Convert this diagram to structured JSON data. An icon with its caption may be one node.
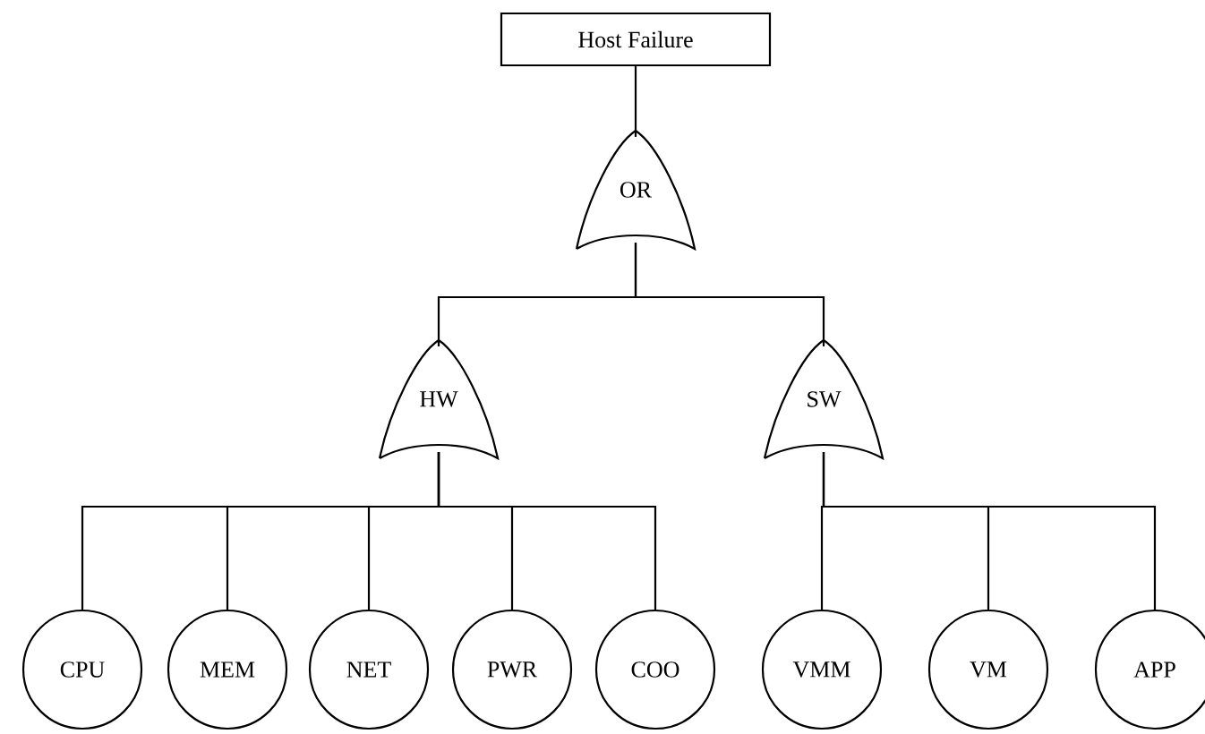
{
  "diagram": {
    "nodes": [
      {
        "text": [
          "Host Failure"
        ]
      },
      {
        "text": [
          "OR"
        ]
      },
      {
        "text": [
          "HW"
        ]
      },
      {
        "text": [
          "SW"
        ]
      },
      {
        "text": [
          "CPU"
        ]
      },
      {
        "text": [
          "MEM"
        ]
      },
      {
        "text": [
          "NET"
        ]
      },
      {
        "text": [
          "PWR"
        ]
      },
      {
        "text": [
          "COO"
        ]
      },
      {
        "text": [
          "VMM"
        ]
      },
      {
        "text": [
          "VM"
        ]
      },
      {
        "text": [
          "APP"
        ]
      }
    ],
    "edges": [
      {
        "from": 0,
        "to": 1,
        "arrow": "none"
      },
      {
        "from": 1,
        "to": 2,
        "arrow": "none"
      },
      {
        "from": 1,
        "to": 3,
        "arrow": "none"
      },
      {
        "from": 2,
        "to": 4,
        "arrow": "none"
      },
      {
        "from": 2,
        "to": 5,
        "arrow": "none"
      },
      {
        "from": 2,
        "to": 6,
        "arrow": "none"
      },
      {
        "from": 2,
        "to": 7,
        "arrow": "none"
      },
      {
        "from": 2,
        "to": 8,
        "arrow": "none"
      },
      {
        "from": 3,
        "to": 9,
        "arrow": "none"
      },
      {
        "from": 3,
        "to": 10,
        "arrow": "none"
      },
      {
        "from": 3,
        "to": 11,
        "arrow": "none"
      }
    ]
  }
}
